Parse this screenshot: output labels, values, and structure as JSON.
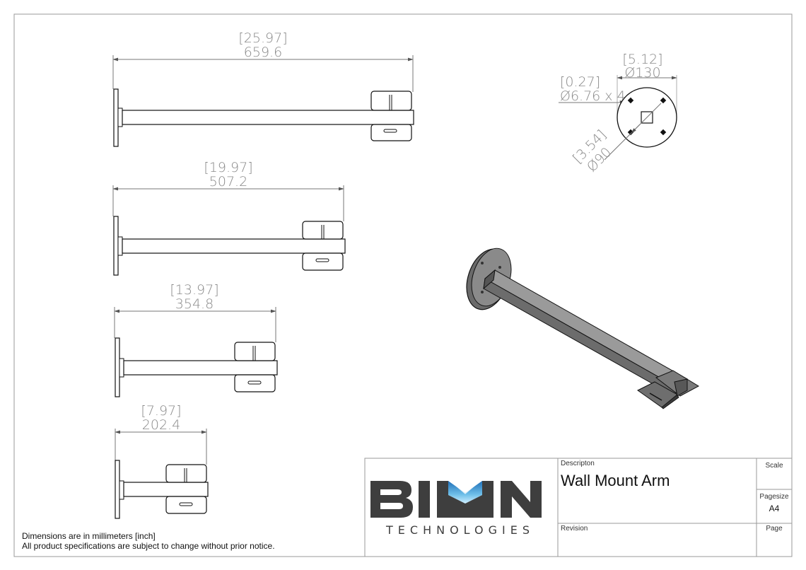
{
  "drawings": [
    {
      "inch": "[25.97]",
      "mm": "659.6"
    },
    {
      "inch": "[19.97]",
      "mm": "507.2"
    },
    {
      "inch": "[13.97]",
      "mm": "354.8"
    },
    {
      "inch": "[7.97]",
      "mm": "202.4"
    }
  ],
  "plate": {
    "outer_inch": "[5.12]",
    "outer_mm": "Ø130",
    "hole_inch": "[0.27]",
    "hole_mm": "Ø6.76 x 4",
    "bolt_inch": "[3.54]",
    "bolt_mm": "Ø90"
  },
  "titleblock": {
    "logo_main": "BIMN",
    "logo_sub": "TECHNOLOGIES",
    "description_label": "Descripton",
    "description_value": "Wall Mount Arm",
    "revision_label": "Revision",
    "scale_label": "Scale",
    "pagesize_label": "Pagesize",
    "pagesize_value": "A4",
    "page_label": "Page"
  },
  "notes": {
    "line1": "Dimensions are in millimeters [inch]",
    "line2": "All product specifications are subject to change without prior notice."
  },
  "colors": {
    "logo_gray": "#3e3e3e",
    "logo_blue_top": "#2b7fc4",
    "logo_blue_light": "#8fd0f2",
    "line_gray": "#8a8a8a"
  }
}
